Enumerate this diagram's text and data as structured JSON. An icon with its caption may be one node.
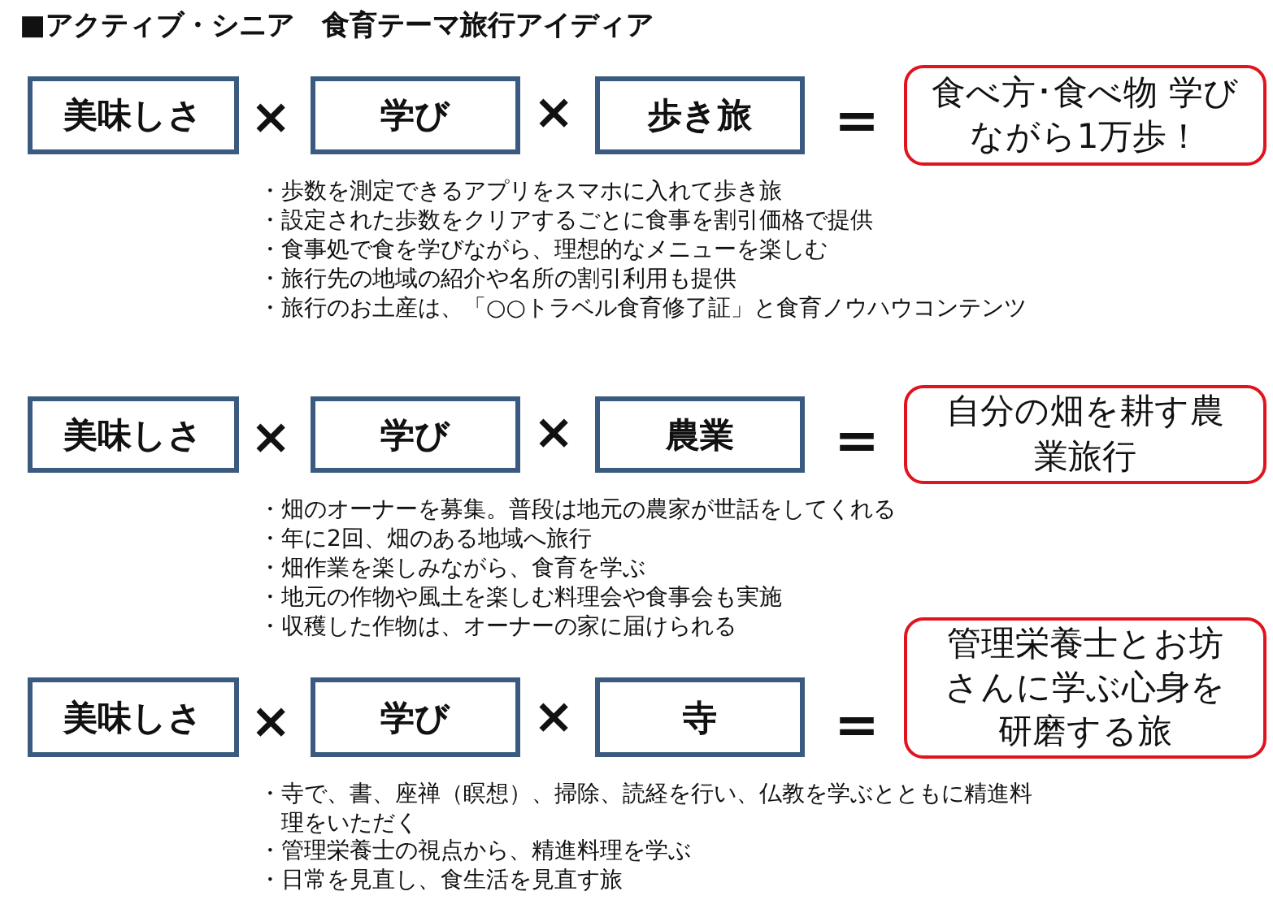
{
  "diagram": {
    "title": "■アクティブ・シニア　食育テーマ旅行アイディア",
    "nodes": [
      {
        "text": [
          "美味しさ"
        ]
      },
      {
        "text": [
          "学び"
        ]
      },
      {
        "text": [
          "歩き旅"
        ]
      },
      {
        "text": [
          "食べ方･食べ物 学びながら1万歩！"
        ]
      },
      {
        "text": [
          "美味しさ"
        ]
      },
      {
        "text": [
          "学び"
        ]
      },
      {
        "text": [
          "農業"
        ]
      },
      {
        "text": [
          "自分の畑を耕す農業旅行"
        ]
      },
      {
        "text": [
          "美味しさ"
        ]
      },
      {
        "text": [
          "学び"
        ]
      },
      {
        "text": [
          "寺"
        ]
      },
      {
        "text": [
          "管理栄養士とお坊さんに学ぶ心身を研磨する旅"
        ]
      }
    ],
    "edges": [],
    "labels": [
      "×",
      "×",
      "＝",
      "・歩数を測定できるアプリをスマホに入れて歩き旅",
      "・設定された歩数をクリアするごとに食事を割引価格で提供",
      "・食事処で食を学びながら、理想的なメニューを楽しむ",
      "・旅行先の地域の紹介や名所の割引利用も提供",
      "・旅行のお土産は、「○○トラベル食育修了証」と食育ノウハウコンテンツ",
      "×",
      "×",
      "＝",
      "・畑のオーナーを募集。普段は地元の農家が世話をしてくれる",
      "・年に2回、畑のある地域へ旅行",
      "・畑作業を楽しみながら、食育を学ぶ",
      "・地元の作物や風土を楽しむ料理会や食事会も実施",
      "・収穫した作物は、オーナーの家に届けられる",
      "×",
      "×",
      "＝",
      "・寺で、書、座禅（瞑想）、掃除、読経を行い、仏教を学ぶとともに精進料理をいただく",
      "・管理栄養士の視点から、精進料理を学ぶ",
      "・日常を見直し、食生活を見直す旅"
    ]
  }
}
